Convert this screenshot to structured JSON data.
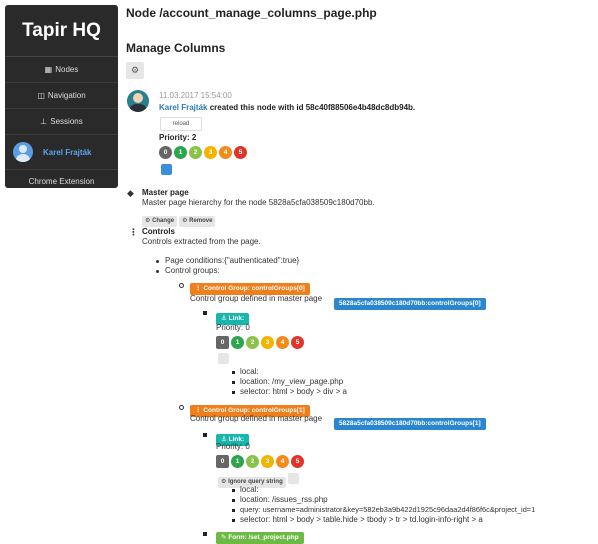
{
  "sidebar": {
    "brand": "Tapir HQ",
    "items": [
      {
        "icon": "grid-icon",
        "label": "Nodes"
      },
      {
        "icon": "map-icon",
        "label": "Navigation"
      },
      {
        "icon": "sitemap-icon",
        "label": "Sessions"
      }
    ],
    "user": "Karel Frajták",
    "chrome": "Chrome Extension"
  },
  "page": {
    "title": "Node /account_manage_columns_page.php",
    "subtitle": "Manage Columns"
  },
  "node": {
    "timestamp": "11.03.2017 15:54:00",
    "user": "Karel Frajták",
    "created_text": "created this node with id 58c40f88506e4b48dc8db94b.",
    "reload": "reload",
    "priority": "Priority: 2",
    "levels": [
      "0",
      "1",
      "2",
      "3",
      "4",
      "5"
    ]
  },
  "master": {
    "title": "Master page",
    "desc": "Master page hierarchy for the node 5828a5cfa038509c180d70bb.",
    "change": "Change",
    "remove": "Remove"
  },
  "controls": {
    "title": "Controls",
    "desc": "Controls extracted from the page.",
    "page_conditions": "Page conditions:{\"authenticated\":true}",
    "groups_label": "Control groups:",
    "group0": {
      "label": "Control Group: controlGroups[0]",
      "defined": "Control group defined in master page",
      "ref": "5828a5cfa038509c180d70bb:controlGroups[0]",
      "link": "Link:",
      "priority": "Priority: 0",
      "local": "local:",
      "location": "location: /my_view_page.php",
      "selector": "selector: html > body > div > a"
    },
    "group1": {
      "label": "Control Group: controlGroups[1]",
      "defined": "Control group defined in master page",
      "ref": "5828a5cfa038509c180d70bb:controlGroups[1]",
      "link": "Link:",
      "priority": "Priority: 0",
      "ignore": "Ignore query string",
      "local": "local:",
      "location": "location: /issues_rss.php",
      "query": "query: username=administrator&key=582eb3a9b422d1925c96daa2d4f86f6c&project_id=1",
      "selector": "selector: html > body > table.hide > tbody > tr > td.login-info-right > a",
      "form": "Form: /set_project.php"
    }
  }
}
